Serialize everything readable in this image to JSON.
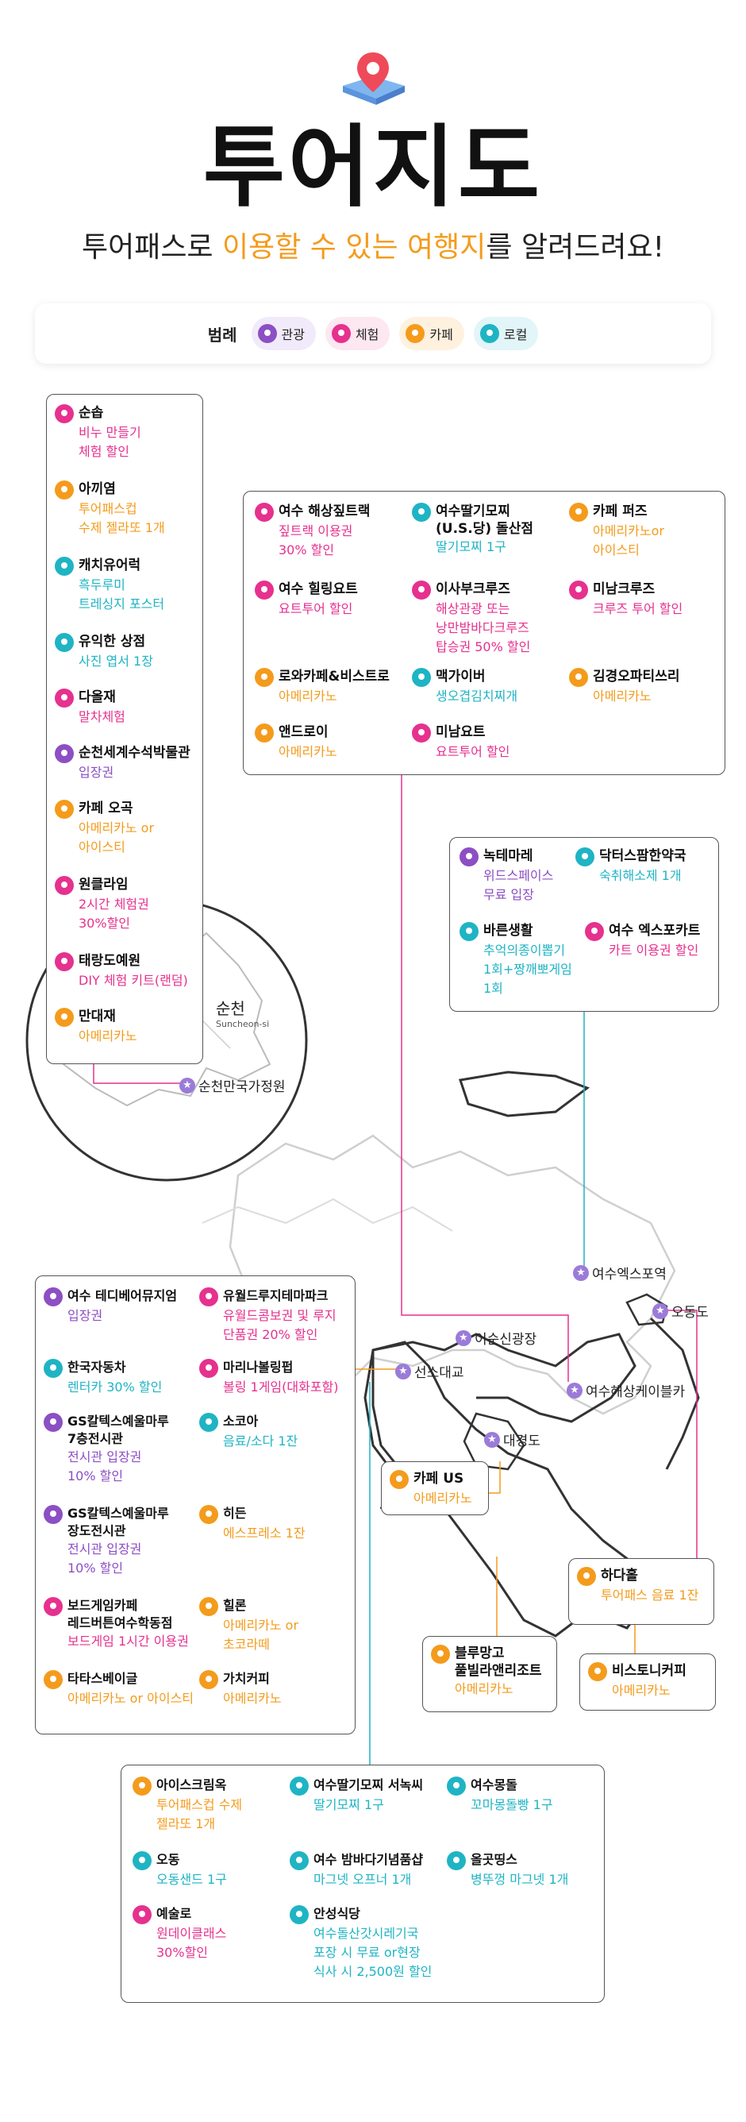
{
  "colors": {
    "tour": "#8c4fc4",
    "experience": "#e6318e",
    "cafe": "#f49b1c",
    "local": "#1fb4c4"
  },
  "header": {
    "title": "투어지도",
    "subtitle_pre": "투어패스로 ",
    "subtitle_accent": "이용할 수 있는 여행지",
    "subtitle_post": "를 알려드려요!"
  },
  "legend": {
    "title": "범례",
    "items": [
      {
        "label": "관광",
        "bg": "#f1eafa",
        "color": "#8c4fc4"
      },
      {
        "label": "체험",
        "bg": "#fde7f1",
        "color": "#e6318e"
      },
      {
        "label": "카페",
        "bg": "#fef1de",
        "color": "#f49b1c"
      },
      {
        "label": "로컬",
        "bg": "#e2f5f8",
        "color": "#1fb4c4"
      }
    ]
  },
  "places": {
    "garden": "순천만국가정원",
    "suncheon": "순천",
    "suncheon_en": "Suncheon-si",
    "expo": "여수엑스포역",
    "odongdo": "오동도",
    "isunsin": "이순신광장",
    "seonso": "선소대교",
    "cablecar": "여수해상케이블카",
    "daegyeong": "대경도"
  },
  "box_left": [
    {
      "name": "순솝",
      "desc": "비누 만들기\n체험 할인",
      "cat": "experience"
    },
    {
      "name": "아끼염",
      "desc": "투어패스컵\n수제 젤라또 1개",
      "cat": "cafe"
    },
    {
      "name": "캐치유어럭",
      "desc": "흑두루미\n트레싱지 포스터",
      "cat": "local"
    },
    {
      "name": "유익한 상점",
      "desc": "사진 엽서 1장",
      "cat": "local"
    },
    {
      "name": "다올재",
      "desc": "말차체험",
      "cat": "experience"
    },
    {
      "name": "순천세계수석박물관",
      "desc": "입장권",
      "cat": "tour"
    },
    {
      "name": "카페 오곡",
      "desc": "아메리카노 or\n아이스티",
      "cat": "cafe"
    },
    {
      "name": "원클라임",
      "desc": "2시간 체험권\n30%할인",
      "cat": "experience"
    },
    {
      "name": "태랑도예원",
      "desc": "DIY 체험 키트(랜덤)",
      "cat": "experience"
    },
    {
      "name": "만대재",
      "desc": "아메리카노",
      "cat": "cafe"
    }
  ],
  "box_top": [
    {
      "name": "여수 해상짚트랙",
      "desc": "짚트랙 이용권\n30% 할인",
      "cat": "experience"
    },
    {
      "name": "여수딸기모찌\n(U.S.당) 돌산점",
      "desc": "딸기모찌 1구",
      "cat": "local"
    },
    {
      "name": "카페 퍼즈",
      "desc": "아메리카노or\n아이스티",
      "cat": "cafe"
    },
    {
      "name": "여수 힐링요트",
      "desc": "요트투어 할인",
      "cat": "experience"
    },
    {
      "name": "이사부크루즈",
      "desc": "해상관광 또는\n낭만밤바다크루즈\n탑승권 50% 할인",
      "cat": "experience"
    },
    {
      "name": "미남크루즈",
      "desc": "크루즈 투어 할인",
      "cat": "experience"
    },
    {
      "name": "로와카페&비스트로",
      "desc": "아메리카노",
      "cat": "cafe"
    },
    {
      "name": "맥가이버",
      "desc": "생오겹김치찌개",
      "cat": "local"
    },
    {
      "name": "김경오파티쓰리",
      "desc": "아메리카노",
      "cat": "cafe"
    },
    {
      "name": "앤드로이",
      "desc": "아메리카노",
      "cat": "cafe"
    },
    {
      "name": "미남요트",
      "desc": "요트투어 할인",
      "cat": "experience"
    }
  ],
  "box_right": [
    {
      "name": "녹테마레",
      "desc": "위드스페이스\n무료 입장",
      "cat": "tour"
    },
    {
      "name": "닥터스팜한약국",
      "desc": "숙취해소제 1개",
      "cat": "local"
    },
    {
      "name": "바른생활",
      "desc": "추억의종이뽑기\n1회+짱깨뽀게임\n1회",
      "cat": "local"
    },
    {
      "name": "여수 엑스포카트",
      "desc": "카트 이용권 할인",
      "cat": "experience"
    }
  ],
  "box_mid": [
    {
      "name": "여수 테디베어뮤지엄",
      "desc": "입장권",
      "cat": "tour"
    },
    {
      "name": "유월드루지테마파크",
      "desc": "유월드콤보권 및 루지\n단품권 20% 할인",
      "cat": "experience"
    },
    {
      "name": "한국자동차",
      "desc": "렌터카 30% 할인",
      "cat": "local"
    },
    {
      "name": "마리나볼링펍",
      "desc": "볼링 1게임(대화포함)",
      "cat": "experience"
    },
    {
      "name": "GS칼텍스예울마루\n7층전시관",
      "desc": "전시관 입장권\n10% 할인",
      "cat": "tour"
    },
    {
      "name": "소코아",
      "desc": "음료/소다 1잔",
      "cat": "local"
    },
    {
      "name": "GS칼텍스예울마루\n장도전시관",
      "desc": "전시관 입장권\n10% 할인",
      "cat": "tour"
    },
    {
      "name": "히든",
      "desc": "에스프레소 1잔",
      "cat": "cafe"
    },
    {
      "name": "보드게임카페\n레드버튼여수학동점",
      "desc": "보드게임 1시간 이용권",
      "cat": "experience"
    },
    {
      "name": "힐론",
      "desc": "아메리카노 or\n초코라떼",
      "cat": "cafe"
    },
    {
      "name": "타타스베이글",
      "desc": "아메리카노 or 아이스티",
      "cat": "cafe"
    },
    {
      "name": "가치커피",
      "desc": "아메리카노",
      "cat": "cafe"
    }
  ],
  "box_small": {
    "cafe_us": {
      "name": "카페 US",
      "desc": "아메리카노",
      "cat": "cafe"
    },
    "hadahol": {
      "name": "하다홀",
      "desc": "투어패스 음료 1잔",
      "cat": "cafe"
    },
    "blue": {
      "name": "블루망고\n풀빌라앤리조트",
      "desc": "아메리카노",
      "cat": "cafe"
    },
    "bistoni": {
      "name": "비스토니커피",
      "desc": "아메리카노",
      "cat": "cafe"
    }
  },
  "box_bottom": [
    {
      "name": "아이스크림옥",
      "desc": "투어패스컵 수제\n젤라또 1개",
      "cat": "cafe"
    },
    {
      "name": "여수딸기모찌 서녹씨",
      "desc": "딸기모찌 1구",
      "cat": "local"
    },
    {
      "name": "여수몽돌",
      "desc": "꼬마몽돌빵 1구",
      "cat": "local"
    },
    {
      "name": "오동",
      "desc": "오동샌드 1구",
      "cat": "local"
    },
    {
      "name": "여수 밤바다기념품샵",
      "desc": "마그넷 오프너 1개",
      "cat": "local"
    },
    {
      "name": "올곳띵스",
      "desc": "병뚜껑 마그넷 1개",
      "cat": "local"
    },
    {
      "name": "예술로",
      "desc": "원데이클래스\n30%할인",
      "cat": "experience"
    },
    {
      "name": "안성식당",
      "desc": "여수돌산갓시레기국\n포장 시 무료 or현장\n식사 시 2,500원 할인",
      "cat": "local"
    }
  ]
}
